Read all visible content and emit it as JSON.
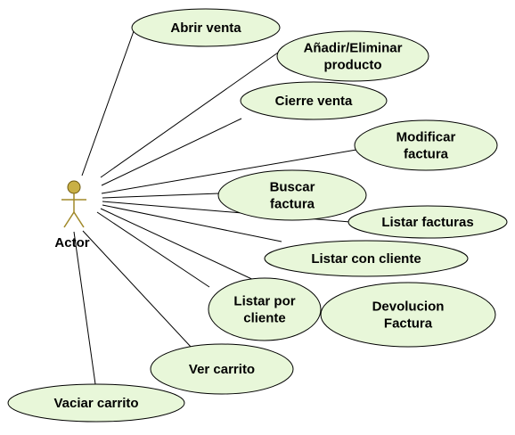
{
  "actor": {
    "label": "Actor",
    "icon": "stick-figure-actor-icon",
    "head_color": "#c9b046",
    "body_color": "#a08828"
  },
  "colors": {
    "usecase_fill": "#e8f7d9",
    "usecase_stroke": "#000000",
    "line": "#000000"
  },
  "use_cases": [
    {
      "id": "abrir-venta",
      "lines": [
        "Abrir venta"
      ]
    },
    {
      "id": "anadir-eliminar-producto",
      "lines": [
        "Añadir/Eliminar",
        "producto"
      ]
    },
    {
      "id": "cierre-venta",
      "lines": [
        "Cierre venta"
      ]
    },
    {
      "id": "modificar-factura",
      "lines": [
        "Modificar",
        "factura"
      ]
    },
    {
      "id": "buscar-factura",
      "lines": [
        "Buscar",
        "factura"
      ]
    },
    {
      "id": "listar-facturas",
      "lines": [
        "Listar facturas"
      ]
    },
    {
      "id": "listar-con-cliente",
      "lines": [
        "Listar con cliente"
      ]
    },
    {
      "id": "devolucion-factura",
      "lines": [
        "Devolucion",
        "Factura"
      ]
    },
    {
      "id": "listar-por-cliente",
      "lines": [
        "Listar por",
        "cliente"
      ]
    },
    {
      "id": "ver-carrito",
      "lines": [
        "Ver carrito"
      ]
    },
    {
      "id": "vaciar-carrito",
      "lines": [
        "Vaciar carrito"
      ]
    }
  ]
}
